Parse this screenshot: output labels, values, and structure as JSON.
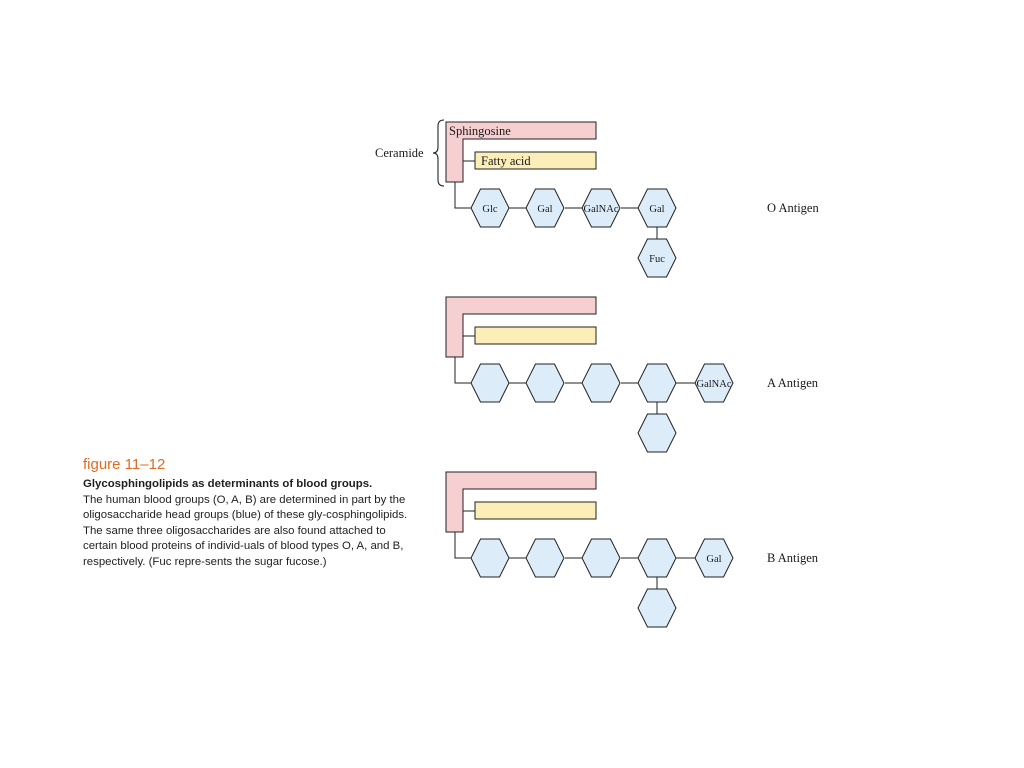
{
  "colors": {
    "sphingosine_fill": "#f6cfd1",
    "fatty_acid_fill": "#fbeeb9",
    "sugar_fill": "#dcecf9",
    "outline": "#222222",
    "caption_accent": "#e26a1f"
  },
  "ceramide": {
    "label": "Ceramide",
    "sphingosine_label": "Sphingosine",
    "fatty_acid_label": "Fatty acid"
  },
  "antigens": [
    {
      "name": "O Antigen",
      "chain": [
        "Glc",
        "Gal",
        "GalNAc",
        "Gal"
      ],
      "branch": "Fuc",
      "terminal": ""
    },
    {
      "name": "A Antigen",
      "chain": [
        "",
        "",
        "",
        ""
      ],
      "branch": "",
      "terminal": "GalNAc"
    },
    {
      "name": "B Antigen",
      "chain": [
        "",
        "",
        "",
        ""
      ],
      "branch": "",
      "terminal": "Gal"
    }
  ],
  "caption": {
    "number": "figure 11–12",
    "title": "Glycosphingolipids as determinants of blood groups.",
    "body": "The human blood groups (O, A, B) are determined in part by the oligosaccharide head groups (blue) of these gly-cosphingolipids. The same three oligosaccharides are also found attached to certain blood proteins of individ-uals of blood types O, A, and B, respectively. (Fuc repre-sents the sugar fucose.)"
  }
}
